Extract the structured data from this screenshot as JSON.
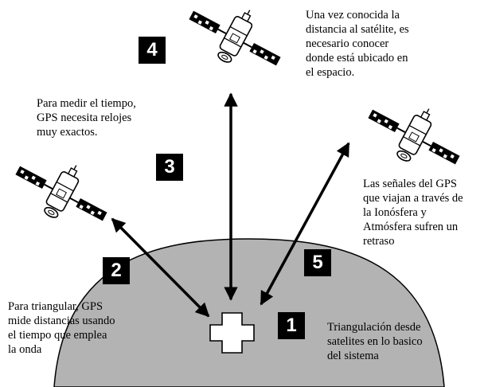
{
  "colors": {
    "earth_fill": "#b3b3b3",
    "ink": "#000000",
    "badge_bg": "#000000",
    "badge_text": "#ffffff"
  },
  "steps": {
    "one": "1",
    "two": "2",
    "three": "3",
    "four": "4",
    "five": "5"
  },
  "texts": {
    "satellite_location": "Una vez conocida la\ndistancia al satélite, es\nnecesario conocer\ndonde está ubicado en\nel espacio.",
    "time_measure": "Para medir el tiempo,\nGPS necesita relojes\nmuy exactos.",
    "signal_delay": "Las señales del GPS\nque viajan a través de\nla Ionósfera y\nAtmósfera sufren un\nretraso",
    "triangulate": "Para triangular, GPS\nmide distancias usando\nel tiempo que emplea\nla onda",
    "basis": "Triangulación desde\nsatelites en lo basico\ndel sistema"
  },
  "icons": {
    "satellites": [
      "satellite-icon",
      "satellite-icon",
      "satellite-icon"
    ],
    "receiver": "receiver-cross-icon"
  }
}
